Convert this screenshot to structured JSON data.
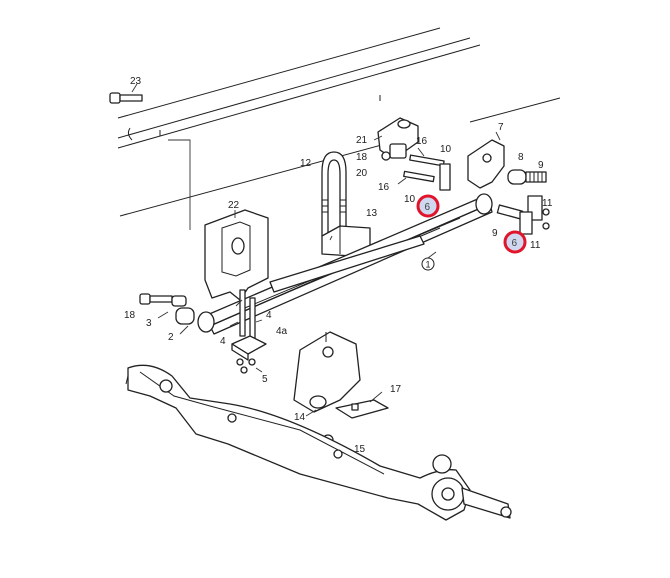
{
  "callouts": {
    "c23": "23",
    "c21": "21",
    "c7": "7",
    "c16a": "16",
    "c10a": "10",
    "c18a": "18",
    "c20": "20",
    "c16b": "16",
    "c10b": "10",
    "c8": "8",
    "c9a": "9",
    "c11a": "11",
    "c12": "12",
    "c13": "13",
    "c9b": "9",
    "c11b": "11",
    "c22": "22",
    "c1": "1",
    "c18b": "18",
    "c3": "3",
    "c2": "2",
    "c4a": "4",
    "c4b": "4",
    "c4c": "4a",
    "c5": "5",
    "c17": "17",
    "c14": "14",
    "c15": "15"
  },
  "highlights": {
    "h1": "6",
    "h2": "6"
  },
  "colors": {
    "highlight_ring": "#e0142b",
    "highlight_fill": "#cfd8ee"
  }
}
